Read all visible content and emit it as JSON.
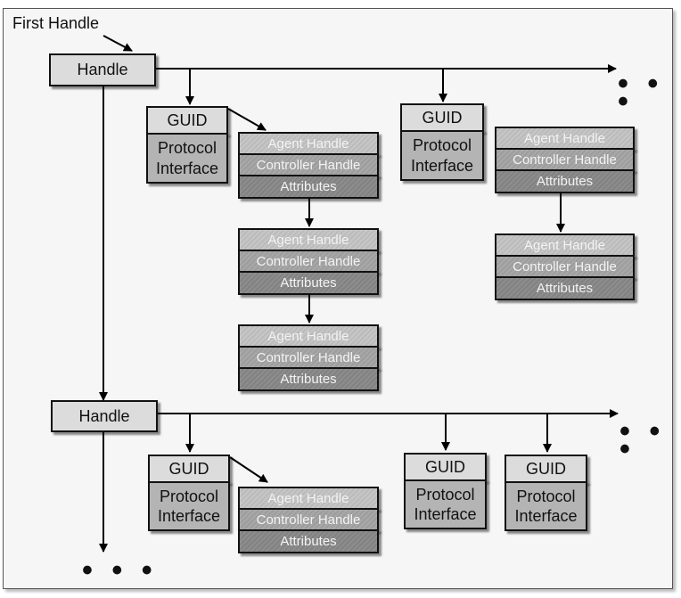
{
  "first_handle_label": "First Handle",
  "handle_label": "Handle",
  "guid_label": "GUID",
  "protocol_interface_label": "Protocol\nInterface",
  "agent_handle_label": "Agent Handle",
  "controller_handle_label": "Controller Handle",
  "attributes_label": "Attributes",
  "continuation_label": "• • •"
}
